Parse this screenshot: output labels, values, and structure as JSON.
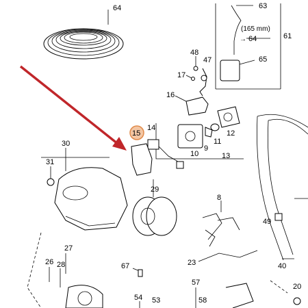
{
  "labels": {
    "p64": "64",
    "p63": "63",
    "p61": "61",
    "p65": "65",
    "length_note": "(165 mm)",
    "arrow_ref": "64",
    "p48": "48",
    "p47": "47",
    "p17": "17",
    "p16": "16",
    "p15": "15",
    "p14": "14",
    "p12": "12",
    "p11": "11",
    "p9": "9",
    "p10": "10",
    "p13": "13",
    "p30": "30",
    "p31": "31",
    "p29": "29",
    "p8": "8",
    "p49": "49",
    "p27": "27",
    "p26": "26",
    "p28": "28",
    "p67": "67",
    "p23": "23",
    "p40": "40",
    "p57": "57",
    "p58": "58",
    "p54": "54",
    "p53": "53",
    "p20": "20"
  },
  "highlight": {
    "part": "15",
    "circle_color": "#f3c6a3",
    "circle_stroke": "#e08a4a",
    "arrow_color": "#c0262a"
  }
}
